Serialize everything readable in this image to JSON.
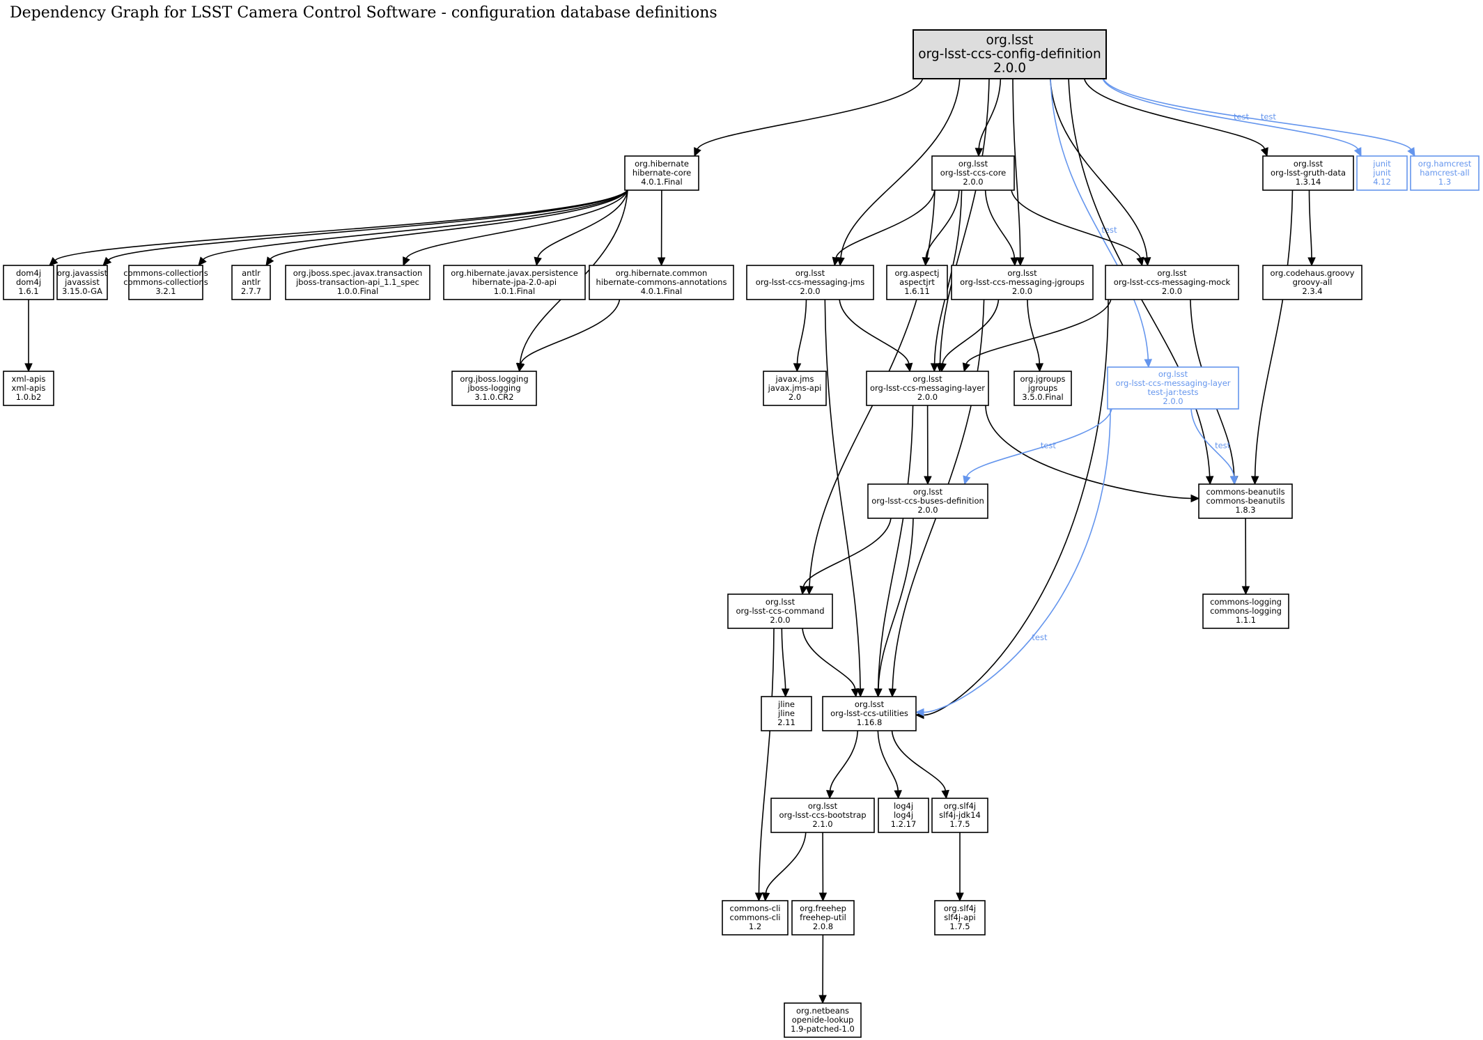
{
  "title": "Dependency Graph for LSST Camera Control Software - configuration database definitions",
  "colors": {
    "default": "#000000",
    "test": "#6495ed",
    "root_fill": "#dddddd"
  },
  "nodes": {
    "root": {
      "lines": [
        "org.lsst",
        "org-lsst-ccs-config-definition",
        "2.0.0"
      ],
      "kind": "root"
    },
    "hibernate_core": {
      "lines": [
        "org.hibernate",
        "hibernate-core",
        "4.0.1.Final"
      ]
    },
    "ccs_core": {
      "lines": [
        "org.lsst",
        "org-lsst-ccs-core",
        "2.0.0"
      ]
    },
    "gruth_data": {
      "lines": [
        "org.lsst",
        "org-lsst-gruth-data",
        "1.3.14"
      ]
    },
    "junit": {
      "lines": [
        "junit",
        "junit",
        "4.12"
      ],
      "kind": "test"
    },
    "hamcrest": {
      "lines": [
        "org.hamcrest",
        "hamcrest-all",
        "1.3"
      ],
      "kind": "test"
    },
    "dom4j": {
      "lines": [
        "dom4j",
        "dom4j",
        "1.6.1"
      ]
    },
    "javassist": {
      "lines": [
        "org.javassist",
        "javassist",
        "3.15.0-GA"
      ]
    },
    "commons_collections": {
      "lines": [
        "commons-collections",
        "commons-collections",
        "3.2.1"
      ]
    },
    "antlr": {
      "lines": [
        "antlr",
        "antlr",
        "2.7.7"
      ]
    },
    "jboss_transaction": {
      "lines": [
        "org.jboss.spec.javax.transaction",
        "jboss-transaction-api_1.1_spec",
        "1.0.0.Final"
      ]
    },
    "hibernate_jpa": {
      "lines": [
        "org.hibernate.javax.persistence",
        "hibernate-jpa-2.0-api",
        "1.0.1.Final"
      ]
    },
    "hibernate_commons_annotations": {
      "lines": [
        "org.hibernate.common",
        "hibernate-commons-annotations",
        "4.0.1.Final"
      ]
    },
    "messaging_jms": {
      "lines": [
        "org.lsst",
        "org-lsst-ccs-messaging-jms",
        "2.0.0"
      ]
    },
    "aspectjrt": {
      "lines": [
        "org.aspectj",
        "aspectjrt",
        "1.6.11"
      ]
    },
    "messaging_jgroups": {
      "lines": [
        "org.lsst",
        "org-lsst-ccs-messaging-jgroups",
        "2.0.0"
      ]
    },
    "messaging_mock": {
      "lines": [
        "org.lsst",
        "org-lsst-ccs-messaging-mock",
        "2.0.0"
      ]
    },
    "groovy_all": {
      "lines": [
        "org.codehaus.groovy",
        "groovy-all",
        "2.3.4"
      ]
    },
    "xml_apis": {
      "lines": [
        "xml-apis",
        "xml-apis",
        "1.0.b2"
      ]
    },
    "jboss_logging": {
      "lines": [
        "org.jboss.logging",
        "jboss-logging",
        "3.1.0.CR2"
      ]
    },
    "javax_jms": {
      "lines": [
        "javax.jms",
        "javax.jms-api",
        "2.0"
      ]
    },
    "messaging_layer": {
      "lines": [
        "org.lsst",
        "org-lsst-ccs-messaging-layer",
        "2.0.0"
      ]
    },
    "jgroups": {
      "lines": [
        "org.jgroups",
        "jgroups",
        "3.5.0.Final"
      ]
    },
    "messaging_layer_tests": {
      "lines": [
        "org.lsst",
        "org-lsst-ccs-messaging-layer",
        "test-jar:tests",
        "2.0.0"
      ],
      "kind": "test"
    },
    "buses_definition": {
      "lines": [
        "org.lsst",
        "org-lsst-ccs-buses-definition",
        "2.0.0"
      ]
    },
    "commons_beanutils": {
      "lines": [
        "commons-beanutils",
        "commons-beanutils",
        "1.8.3"
      ]
    },
    "ccs_command": {
      "lines": [
        "org.lsst",
        "org-lsst-ccs-command",
        "2.0.0"
      ]
    },
    "commons_logging": {
      "lines": [
        "commons-logging",
        "commons-logging",
        "1.1.1"
      ]
    },
    "jline": {
      "lines": [
        "jline",
        "jline",
        "2.11"
      ]
    },
    "ccs_utilities": {
      "lines": [
        "org.lsst",
        "org-lsst-ccs-utilities",
        "1.16.8"
      ]
    },
    "ccs_bootstrap": {
      "lines": [
        "org.lsst",
        "org-lsst-ccs-bootstrap",
        "2.1.0"
      ]
    },
    "log4j": {
      "lines": [
        "log4j",
        "log4j",
        "1.2.17"
      ]
    },
    "slf4j_jdk14": {
      "lines": [
        "org.slf4j",
        "slf4j-jdk14",
        "1.7.5"
      ]
    },
    "commons_cli": {
      "lines": [
        "commons-cli",
        "commons-cli",
        "1.2"
      ]
    },
    "freehep_util": {
      "lines": [
        "org.freehep",
        "freehep-util",
        "2.0.8"
      ]
    },
    "slf4j_api": {
      "lines": [
        "org.slf4j",
        "slf4j-api",
        "1.7.5"
      ]
    },
    "openide_lookup": {
      "lines": [
        "org.netbeans",
        "openide-lookup",
        "1.9-patched-1.0"
      ]
    }
  },
  "edges": [
    {
      "from": "root",
      "to": "hibernate_core"
    },
    {
      "from": "root",
      "to": "ccs_core"
    },
    {
      "from": "root",
      "to": "messaging_jms"
    },
    {
      "from": "root",
      "to": "messaging_jgroups"
    },
    {
      "from": "root",
      "to": "messaging_layer"
    },
    {
      "from": "root",
      "to": "messaging_mock"
    },
    {
      "from": "root",
      "to": "messaging_layer_tests",
      "label": "test",
      "kind": "test"
    },
    {
      "from": "root",
      "to": "commons_beanutils"
    },
    {
      "from": "root",
      "to": "gruth_data"
    },
    {
      "from": "root",
      "to": "junit",
      "label": "test",
      "kind": "test"
    },
    {
      "from": "root",
      "to": "hamcrest",
      "label": "test",
      "kind": "test"
    },
    {
      "from": "hibernate_core",
      "to": "dom4j"
    },
    {
      "from": "hibernate_core",
      "to": "javassist"
    },
    {
      "from": "hibernate_core",
      "to": "commons_collections"
    },
    {
      "from": "hibernate_core",
      "to": "antlr"
    },
    {
      "from": "hibernate_core",
      "to": "jboss_transaction"
    },
    {
      "from": "hibernate_core",
      "to": "hibernate_jpa"
    },
    {
      "from": "hibernate_core",
      "to": "hibernate_commons_annotations"
    },
    {
      "from": "hibernate_core",
      "to": "jboss_logging"
    },
    {
      "from": "hibernate_commons_annotations",
      "to": "jboss_logging"
    },
    {
      "from": "dom4j",
      "to": "xml_apis"
    },
    {
      "from": "ccs_core",
      "to": "messaging_jms"
    },
    {
      "from": "ccs_core",
      "to": "aspectjrt"
    },
    {
      "from": "ccs_core",
      "to": "messaging_jgroups"
    },
    {
      "from": "ccs_core",
      "to": "messaging_mock"
    },
    {
      "from": "ccs_core",
      "to": "messaging_layer"
    },
    {
      "from": "ccs_core",
      "to": "ccs_command"
    },
    {
      "from": "messaging_jms",
      "to": "javax_jms"
    },
    {
      "from": "messaging_jms",
      "to": "messaging_layer"
    },
    {
      "from": "messaging_jms",
      "to": "ccs_utilities"
    },
    {
      "from": "messaging_jgroups",
      "to": "messaging_layer"
    },
    {
      "from": "messaging_jgroups",
      "to": "jgroups"
    },
    {
      "from": "messaging_jgroups",
      "to": "ccs_utilities"
    },
    {
      "from": "messaging_mock",
      "to": "messaging_layer"
    },
    {
      "from": "messaging_mock",
      "to": "commons_beanutils"
    },
    {
      "from": "messaging_mock",
      "to": "ccs_utilities"
    },
    {
      "from": "gruth_data",
      "to": "groovy_all"
    },
    {
      "from": "gruth_data",
      "to": "commons_beanutils"
    },
    {
      "from": "messaging_layer",
      "to": "buses_definition"
    },
    {
      "from": "messaging_layer",
      "to": "commons_beanutils"
    },
    {
      "from": "messaging_layer",
      "to": "ccs_utilities"
    },
    {
      "from": "messaging_layer_tests",
      "to": "buses_definition",
      "label": "test",
      "kind": "test"
    },
    {
      "from": "messaging_layer_tests",
      "to": "commons_beanutils",
      "label": "test",
      "kind": "test"
    },
    {
      "from": "messaging_layer_tests",
      "to": "ccs_utilities",
      "label": "test",
      "kind": "test"
    },
    {
      "from": "buses_definition",
      "to": "ccs_command"
    },
    {
      "from": "buses_definition",
      "to": "ccs_utilities"
    },
    {
      "from": "commons_beanutils",
      "to": "commons_logging"
    },
    {
      "from": "ccs_command",
      "to": "jline"
    },
    {
      "from": "ccs_command",
      "to": "ccs_utilities"
    },
    {
      "from": "ccs_command",
      "to": "commons_cli"
    },
    {
      "from": "ccs_utilities",
      "to": "ccs_bootstrap"
    },
    {
      "from": "ccs_utilities",
      "to": "log4j"
    },
    {
      "from": "ccs_utilities",
      "to": "slf4j_jdk14"
    },
    {
      "from": "ccs_bootstrap",
      "to": "commons_cli"
    },
    {
      "from": "ccs_bootstrap",
      "to": "freehep_util"
    },
    {
      "from": "freehep_util",
      "to": "openide_lookup"
    },
    {
      "from": "slf4j_jdk14",
      "to": "slf4j_api"
    }
  ]
}
